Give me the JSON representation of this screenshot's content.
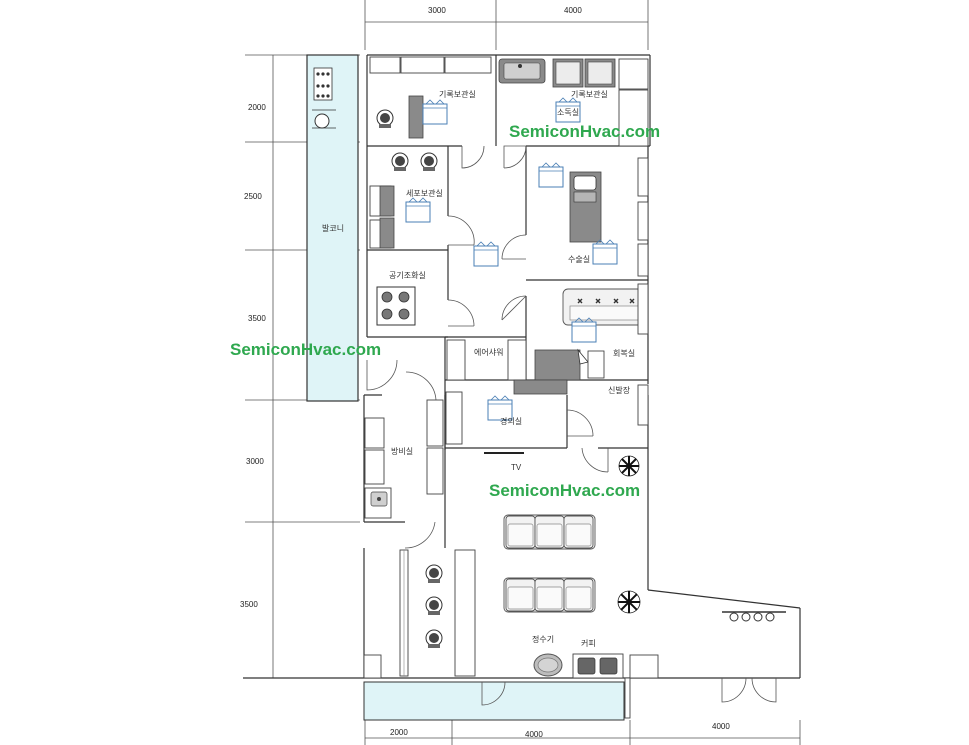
{
  "dimensions": {
    "top": [
      "3000",
      "4000"
    ],
    "left": [
      "2000",
      "2500",
      "3500",
      "3000",
      "3500"
    ],
    "bottom": [
      "2000",
      "4000",
      "4000"
    ]
  },
  "rooms": {
    "record_room_1": "기록보관실",
    "record_room_2": "기록보관실",
    "sterilization": "소독실",
    "cell_storage": "세포보관실",
    "balcony": "발코니",
    "air_conditioning": "공기조화실",
    "surgery": "수술실",
    "air_shower": "에어샤워",
    "recovery": "회복실",
    "shoe_rack": "신발장",
    "observation": "경의실",
    "prep_room": "방비실",
    "tv": "TV",
    "water_purifier": "정수기",
    "coffee": "커피"
  },
  "watermark": "SemiconHvac.com",
  "colors": {
    "wall": "#333333",
    "balcony_fill": "#dff4f7",
    "watermark": "#2fa84f",
    "hvac_unit": "#4a7fb5"
  }
}
